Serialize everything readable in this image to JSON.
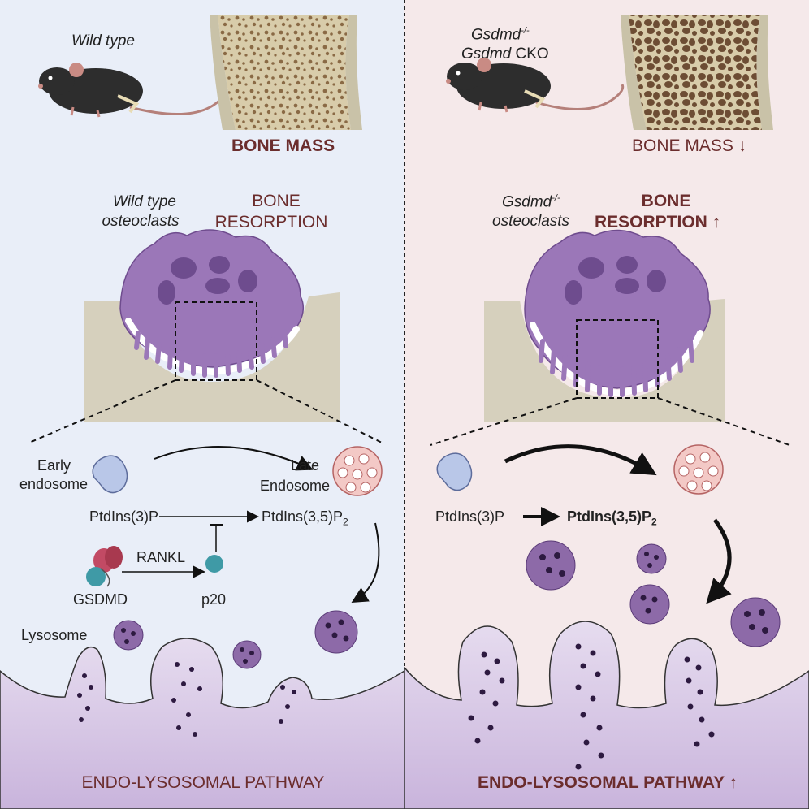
{
  "left": {
    "mouse_label": "Wild type",
    "bone_mass": "BONE MASS",
    "osteoclast_label_1": "Wild type",
    "osteoclast_label_2": "osteoclasts",
    "resorption_1": "BONE",
    "resorption_2": "RESORPTION",
    "early_endosome_1": "Early",
    "early_endosome_2": "endosome",
    "late_endosome_1": "Late",
    "late_endosome_2": "Endosome",
    "ptdins3p": "PtdIns(3)P",
    "ptdins35p2": "PtdIns(3,5)P",
    "subscript_2": "2",
    "rankl": "RANKL",
    "gsdmd": "GSDMD",
    "p20": "p20",
    "lysosome": "Lysosome",
    "pathway": "ENDO-LYSOSOMAL PATHWAY"
  },
  "right": {
    "mouse_label_1": "Gsdmd",
    "mouse_label_1_sup": "-/-",
    "mouse_label_2a": "Gsdmd",
    "mouse_label_2b": " CKO",
    "bone_mass": "BONE MASS ↓",
    "osteoclast_label_1": "Gsdmd",
    "osteoclast_label_1_sup": "-/-",
    "osteoclast_label_2": "osteoclasts",
    "resorption_1": "BONE",
    "resorption_2": "RESORPTION ↑",
    "ptdins3p": "PtdIns(3)P",
    "ptdins35p2": "PtdIns(3,5)P",
    "subscript_2": "2",
    "pathway": "ENDO-LYSOSOMAL PATHWAY ↑"
  },
  "colors": {
    "left_bg": "#e9eef8",
    "right_bg": "#f5e9ea",
    "maroon": "#6b2d2d",
    "osteoclast_purple": "#9b77b8",
    "bone": "#d6d0bd",
    "lysosome": "#8d6aa8"
  }
}
